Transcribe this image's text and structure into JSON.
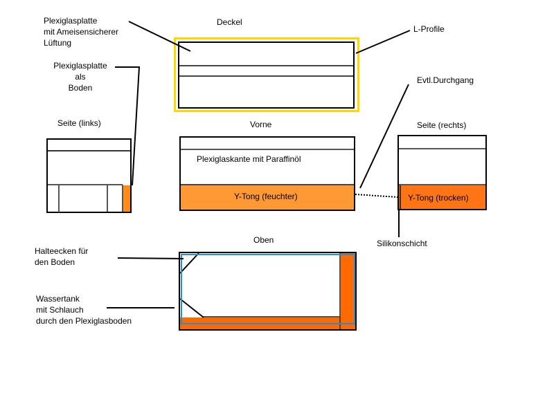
{
  "colors": {
    "outline": "#000000",
    "inner_line": "#555555",
    "lid_highlight": "#ffd700",
    "ytong_moist": "#ff9933",
    "ytong_dry": "#ff7515",
    "top_orange": "#ff6a00",
    "water_tank_outline": "#1e90e0",
    "floor_strip_left": "#ff8c1a"
  },
  "views": {
    "lid": {
      "title": "Deckel"
    },
    "front": {
      "title": "Vorne",
      "paraffin_label": "Plexiglaskante mit Paraffinöl",
      "ytong_label": "Y-Tong (feuchter)"
    },
    "left_side": {
      "title": "Seite (links)"
    },
    "right_side": {
      "title": "Seite (rechts)",
      "ytong_label": "Y-Tong (trocken)"
    },
    "top": {
      "title": "Oben"
    }
  },
  "annotations": {
    "lid_vent": "Plexiglasplatte\nmit Ameisensicherer\nLüftung",
    "floor_plate": "Plexiglasplatte\nals\nBoden",
    "l_profile": "L-Profile",
    "passage": "Evtl.Durchgang",
    "silicone": "Silikonschicht",
    "corner_brackets": "Halteecken für\nden Boden",
    "water_tank": "Wassertank\nmit Schlauch\ndurch den Plexiglasboden"
  }
}
